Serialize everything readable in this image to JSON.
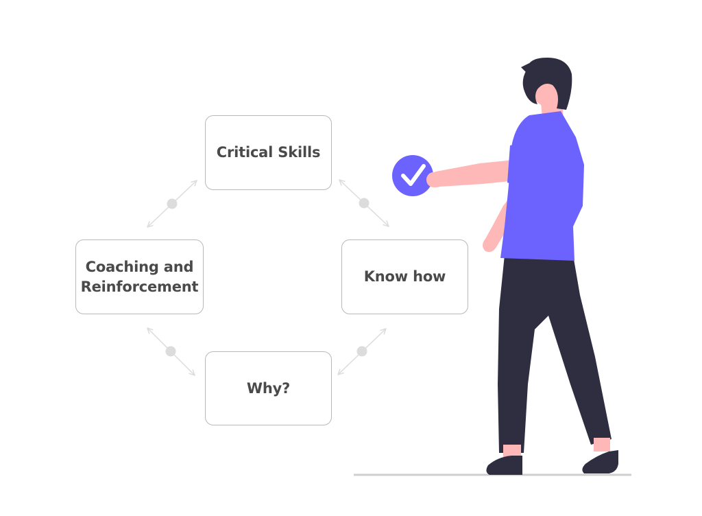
{
  "diagram": {
    "nodes": {
      "critical_skills": "Critical Skills",
      "know_how": "Know how",
      "coaching_line1": "Coaching and",
      "coaching_line2": "Reinforcement",
      "why": "Why?"
    },
    "edges": [
      {
        "from": "critical_skills",
        "to": "know_how",
        "style": "double-arrow"
      },
      {
        "from": "know_how",
        "to": "why",
        "style": "double-arrow"
      },
      {
        "from": "why",
        "to": "coaching",
        "style": "double-arrow"
      },
      {
        "from": "coaching",
        "to": "critical_skills",
        "style": "double-arrow"
      }
    ]
  },
  "illustration": {
    "subject": "person-holding-checkmark",
    "icon": "checkmark-icon"
  },
  "colors": {
    "accent": "#6c63ff",
    "dark": "#2f2e41",
    "skin": "#ffb8b8",
    "connector": "#dcdcdc",
    "border": "#b8b8b8",
    "text": "#4a4a4a",
    "ground": "#cfcfcf"
  }
}
